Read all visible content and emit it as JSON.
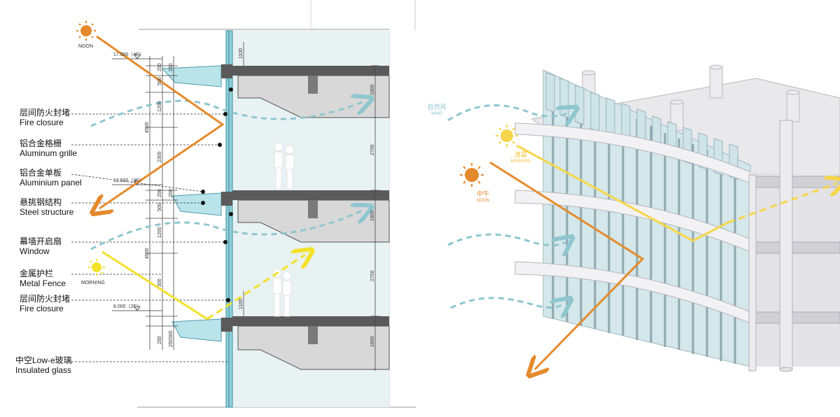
{
  "section": {
    "labels": [
      {
        "cn": "层间防火封堵",
        "en": "Fire closure"
      },
      {
        "cn": "铝合金格栅",
        "en": "Aluminum grille"
      },
      {
        "cn": "铝合金单板",
        "en": "Aluminium panel"
      },
      {
        "cn": "悬挑钢结构",
        "en": "Steel structure"
      },
      {
        "cn": "幕墙开启扇",
        "en": "Window"
      },
      {
        "cn": "金属护栏",
        "en": "Metal Fence"
      },
      {
        "cn": "层间防火封堵",
        "en": "Fire closure"
      },
      {
        "cn": "中空Low-e玻璃",
        "en": "Insulated glass"
      }
    ],
    "sun_noon": "NOON",
    "sun_morning": "MORNING",
    "levels": [
      "17.000（4F）",
      "12.500（3F）",
      "8.000（2F）"
    ],
    "dims_left": [
      "250",
      "500",
      "250",
      "1200",
      "4500",
      "2300",
      "250",
      "500",
      "250",
      "1200",
      "4500",
      "300",
      "250",
      "500",
      "250"
    ],
    "dims_mid": [
      "1100",
      "1100"
    ],
    "dims_right": [
      "1800",
      "2700",
      "1800",
      "2700",
      "1800"
    ]
  },
  "perspective": {
    "wind_cn": "自然风",
    "wind_en": "WIND",
    "morning_cn": "清晨",
    "morning_en": "MORNING",
    "noon_cn": "中午",
    "noon_en": "NOON"
  },
  "colors": {
    "sun_orange": "#e58a2c",
    "sun_yellow": "#f3e12a",
    "wind_blue": "#8fc6cf",
    "glass": "#d6ecee",
    "slab": "#4a4a4a"
  }
}
